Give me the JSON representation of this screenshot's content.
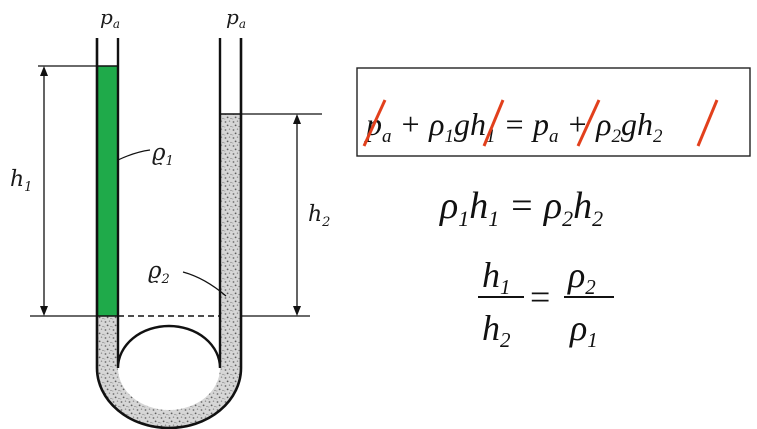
{
  "diagram": {
    "labels": {
      "pa_left": "pa",
      "pa_right": "pa",
      "h1": "h1",
      "h2": "h2",
      "rho1": "ρ1",
      "rho2": "ρ2"
    },
    "colors": {
      "liquid1": "#1faa4a",
      "liquid2": "#d4d4d4",
      "strike": "#e2401c",
      "line": "#111111"
    }
  },
  "equations": {
    "eq1": "pa + ρ1gh1 = pa + ρ2gh2",
    "eq2": "ρ1h1 = ρ2h2",
    "eq3_lhs_num": "h1",
    "eq3_lhs_den": "h2",
    "eq3_rhs_num": "ρ2",
    "eq3_rhs_den": "ρ1"
  }
}
